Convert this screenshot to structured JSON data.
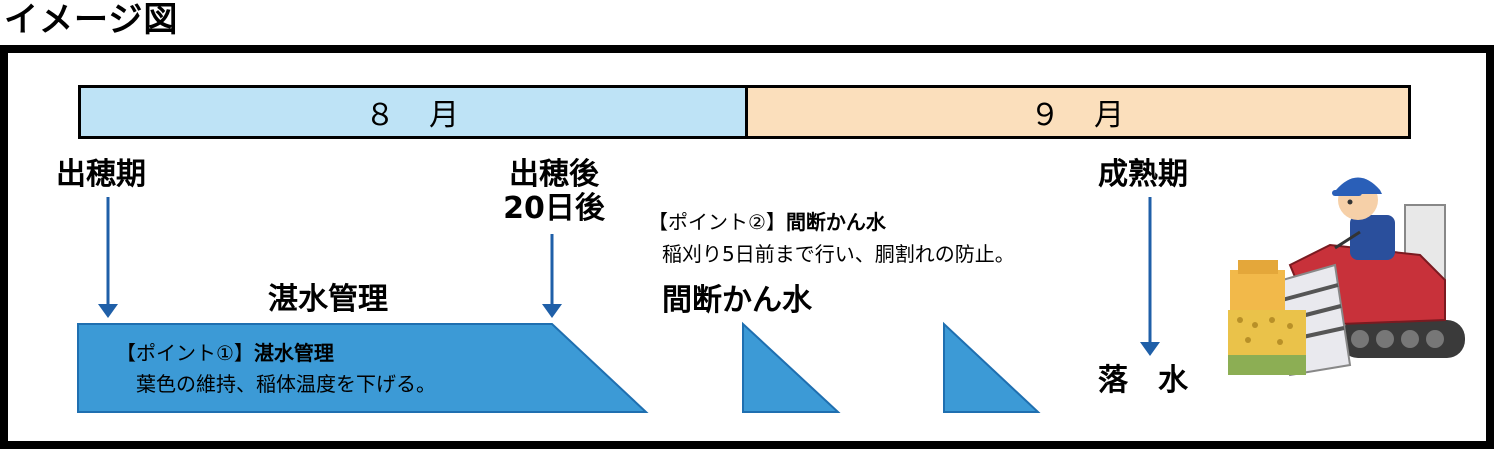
{
  "title": "イメージ図",
  "months": {
    "august": "８　月",
    "september": "９　月"
  },
  "milestones": {
    "heading": "出穂期",
    "after_20_line1": "出穂後",
    "after_20_line2": "20日後",
    "maturity": "成熟期"
  },
  "phases": {
    "flooded": "湛水管理",
    "intermittent": "間断かん水",
    "drain": "落　水"
  },
  "points": {
    "p1_title_bracket": "【ポイント①】",
    "p1_title_main": "湛水管理",
    "p1_desc": "葉色の維持、稲体温度を下げる。",
    "p2_title_bracket": "【ポイント②】",
    "p2_title_main": "間断かん水",
    "p2_desc": "稲刈り5日前まで行い、胴割れの防止。"
  },
  "colors": {
    "august_bg": "#bee3f6",
    "september_bg": "#fbdfbc",
    "water_fill": "#3c9ad6",
    "arrow": "#1f5fa8"
  },
  "icons": [
    "down-arrow-icon",
    "farmer-combine-harvester-illustration"
  ]
}
